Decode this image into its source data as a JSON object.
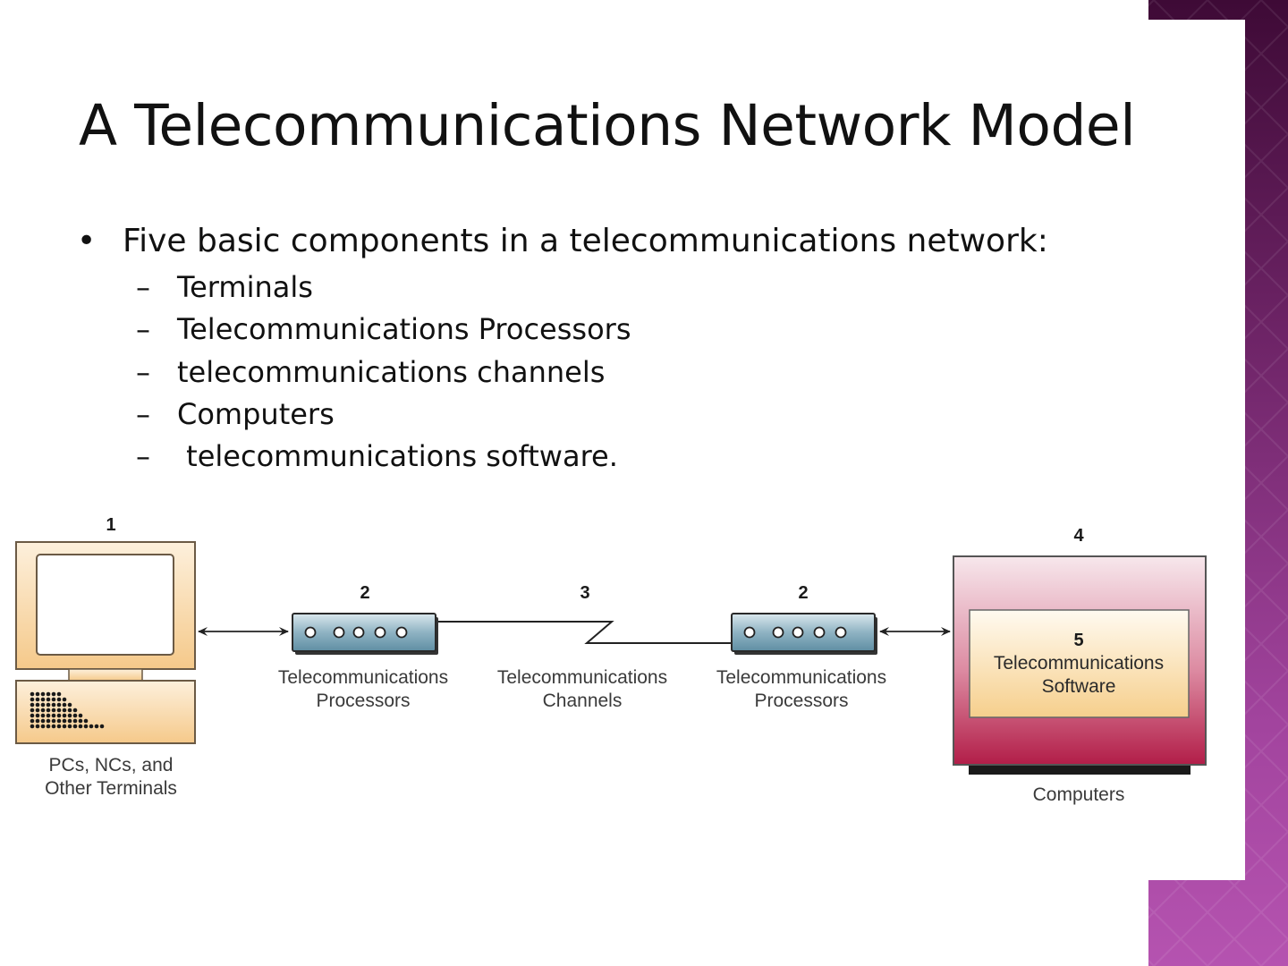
{
  "slide": {
    "title": "A Telecommunications Network Model",
    "bullet": {
      "symbol": "•",
      "text": "Five basic components in a telecommunications network:"
    },
    "sub_items": [
      {
        "dash": "–",
        "text": "Terminals"
      },
      {
        "dash": "–",
        "text": "Telecommunications Processors"
      },
      {
        "dash": "–",
        "text": "telecommunications channels"
      },
      {
        "dash": "–",
        "text": "Computers"
      },
      {
        "dash": "–",
        "text": " telecommunications software."
      }
    ],
    "theme": {
      "accent": "#8e3a8c",
      "accent_dark": "#4a0f42",
      "text": "#111111"
    }
  },
  "diagram": {
    "terminal": {
      "number": "1",
      "label_line1": "PCs, NCs, and",
      "label_line2": "Other Terminals"
    },
    "processor_left": {
      "number": "2",
      "label_line1": "Telecommunications",
      "label_line2": "Processors"
    },
    "channel": {
      "number": "3",
      "label_line1": "Telecommunications",
      "label_line2": "Channels"
    },
    "processor_right": {
      "number": "2",
      "label_line1": "Telecommunications",
      "label_line2": "Processors"
    },
    "computer": {
      "number": "4",
      "label": "Computers"
    },
    "software": {
      "number": "5",
      "label_line1": "Telecommunications",
      "label_line2": "Software"
    }
  }
}
